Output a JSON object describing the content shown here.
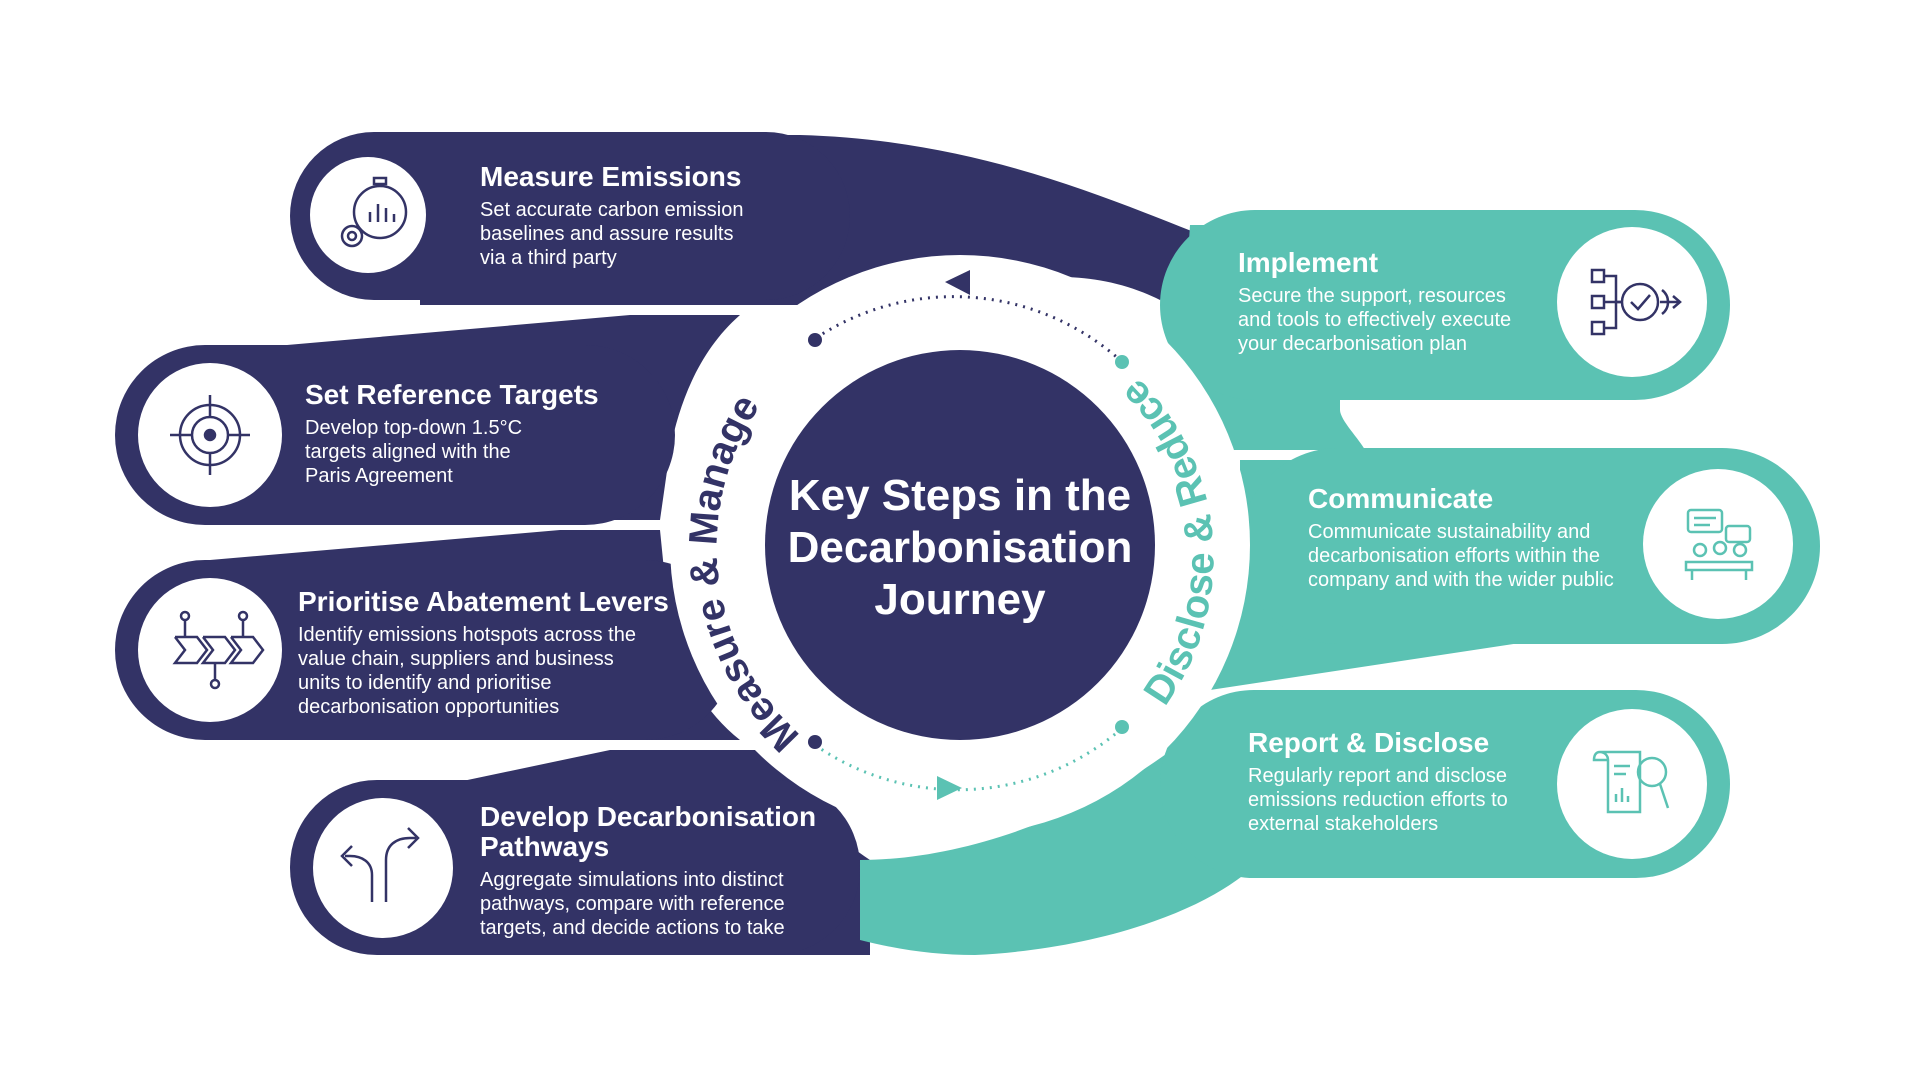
{
  "colors": {
    "primary": "#333366",
    "accent": "#5bc2b3",
    "background": "#ffffff"
  },
  "center": {
    "title_lines": [
      "Key Steps in the",
      "Decarbonisation",
      "Journey"
    ]
  },
  "arcs": {
    "left_label": "Measure & Manage",
    "right_label": "Disclose & Reduce"
  },
  "steps_left": [
    {
      "title": "Measure Emissions",
      "icon": "stopwatch-gear-icon",
      "lines": [
        "Set accurate carbon emission",
        "baselines and assure results",
        "via a third party"
      ]
    },
    {
      "title": "Set Reference Targets",
      "icon": "target-crosshair-icon",
      "lines": [
        "Develop top-down 1.5°C",
        "targets aligned with the",
        "Paris Agreement"
      ]
    },
    {
      "title": "Prioritise Abatement Levers",
      "icon": "chevron-process-icon",
      "lines": [
        "Identify emissions hotspots across the",
        "value chain, suppliers and business",
        "units to identify and prioritise",
        "decarbonisation opportunities"
      ]
    },
    {
      "title_lines": [
        "Develop Decarbonisation",
        "Pathways"
      ],
      "icon": "split-arrows-icon",
      "lines": [
        "Aggregate simulations into distinct",
        "pathways, compare with reference",
        "targets, and decide actions to take"
      ]
    }
  ],
  "steps_right": [
    {
      "title": "Implement",
      "icon": "workflow-check-icon",
      "lines": [
        "Secure the support, resources",
        "and tools to effectively execute",
        "your decarbonisation plan"
      ]
    },
    {
      "title": "Communicate",
      "icon": "meeting-chat-icon",
      "lines": [
        "Communicate sustainability and",
        "decarbonisation efforts within the",
        "company and with the wider public"
      ]
    },
    {
      "title": "Report & Disclose",
      "icon": "report-magnifier-icon",
      "lines": [
        "Regularly report and disclose",
        "emissions reduction efforts to",
        "external stakeholders"
      ]
    }
  ]
}
